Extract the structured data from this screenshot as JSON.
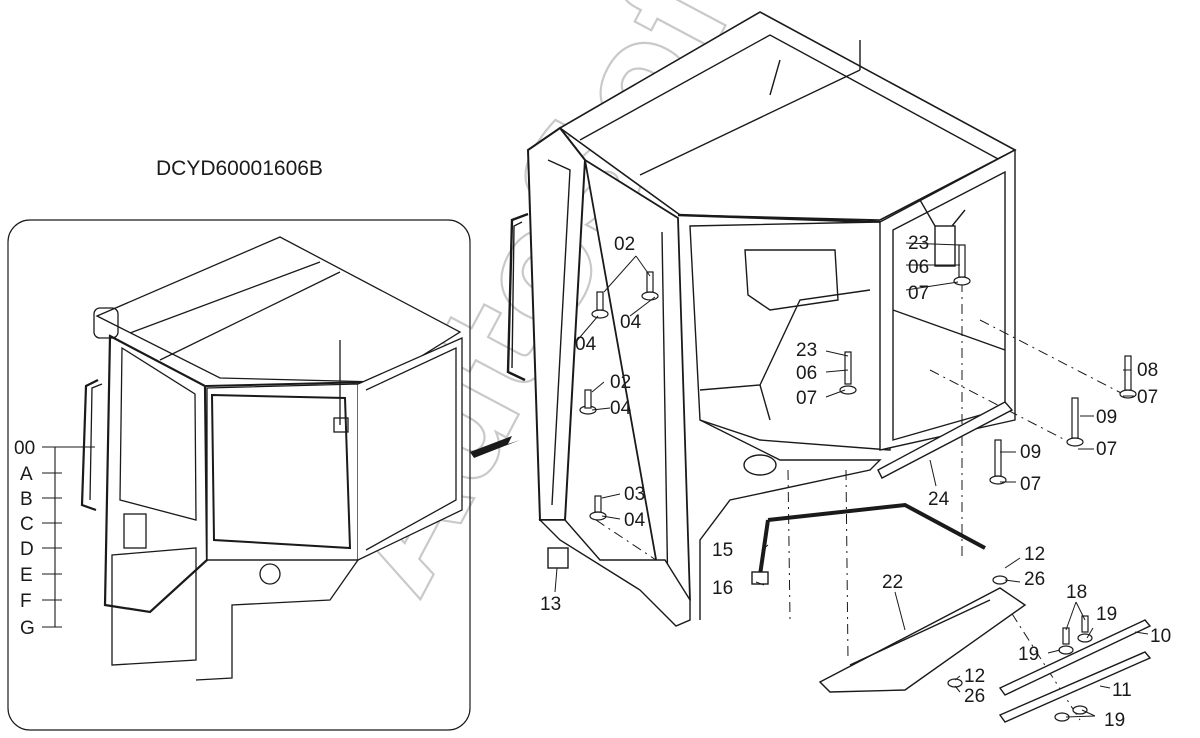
{
  "drawing_code": "DCYD60001606B",
  "watermark": "AutoSoft",
  "inset_labels": [
    "00",
    "A",
    "B",
    "C",
    "D",
    "E",
    "F",
    "G"
  ],
  "callouts": [
    {
      "id": "c01",
      "text": "02"
    },
    {
      "id": "c02",
      "text": "04"
    },
    {
      "id": "c03",
      "text": "04"
    },
    {
      "id": "c04",
      "text": "02"
    },
    {
      "id": "c05",
      "text": "04"
    },
    {
      "id": "c06",
      "text": "03"
    },
    {
      "id": "c07",
      "text": "04"
    },
    {
      "id": "c08",
      "text": "13"
    },
    {
      "id": "c09",
      "text": "23"
    },
    {
      "id": "c10",
      "text": "06"
    },
    {
      "id": "c11",
      "text": "07"
    },
    {
      "id": "c12",
      "text": "23"
    },
    {
      "id": "c13",
      "text": "06"
    },
    {
      "id": "c14",
      "text": "07"
    },
    {
      "id": "c15",
      "text": "08"
    },
    {
      "id": "c16",
      "text": "07"
    },
    {
      "id": "c17",
      "text": "09"
    },
    {
      "id": "c18",
      "text": "07"
    },
    {
      "id": "c19",
      "text": "09"
    },
    {
      "id": "c20",
      "text": "07"
    },
    {
      "id": "c21",
      "text": "24"
    },
    {
      "id": "c22",
      "text": "15"
    },
    {
      "id": "c23",
      "text": "16"
    },
    {
      "id": "c24",
      "text": "12"
    },
    {
      "id": "c25",
      "text": "26"
    },
    {
      "id": "c26",
      "text": "22"
    },
    {
      "id": "c27",
      "text": "18"
    },
    {
      "id": "c28",
      "text": "19"
    },
    {
      "id": "c29",
      "text": "10"
    },
    {
      "id": "c30",
      "text": "19"
    },
    {
      "id": "c31",
      "text": "12"
    },
    {
      "id": "c32",
      "text": "26"
    },
    {
      "id": "c33",
      "text": "11"
    },
    {
      "id": "c34",
      "text": "19"
    }
  ]
}
